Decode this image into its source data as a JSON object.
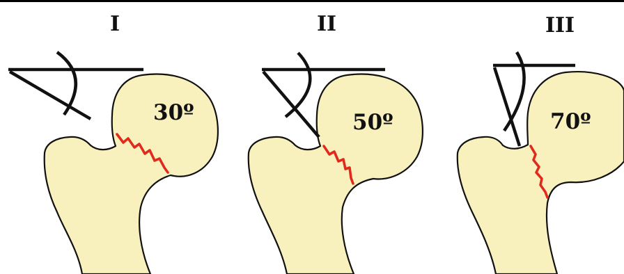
{
  "panels": [
    {
      "numeral": "I",
      "angle_label": "30º"
    },
    {
      "numeral": "II",
      "angle_label": "50º"
    },
    {
      "numeral": "III",
      "angle_label": "70º"
    }
  ],
  "colors": {
    "bone_fill": "#f8f0bd",
    "fracture_line": "#e02a1b",
    "outline": "#111111",
    "background": "#ffffff"
  }
}
